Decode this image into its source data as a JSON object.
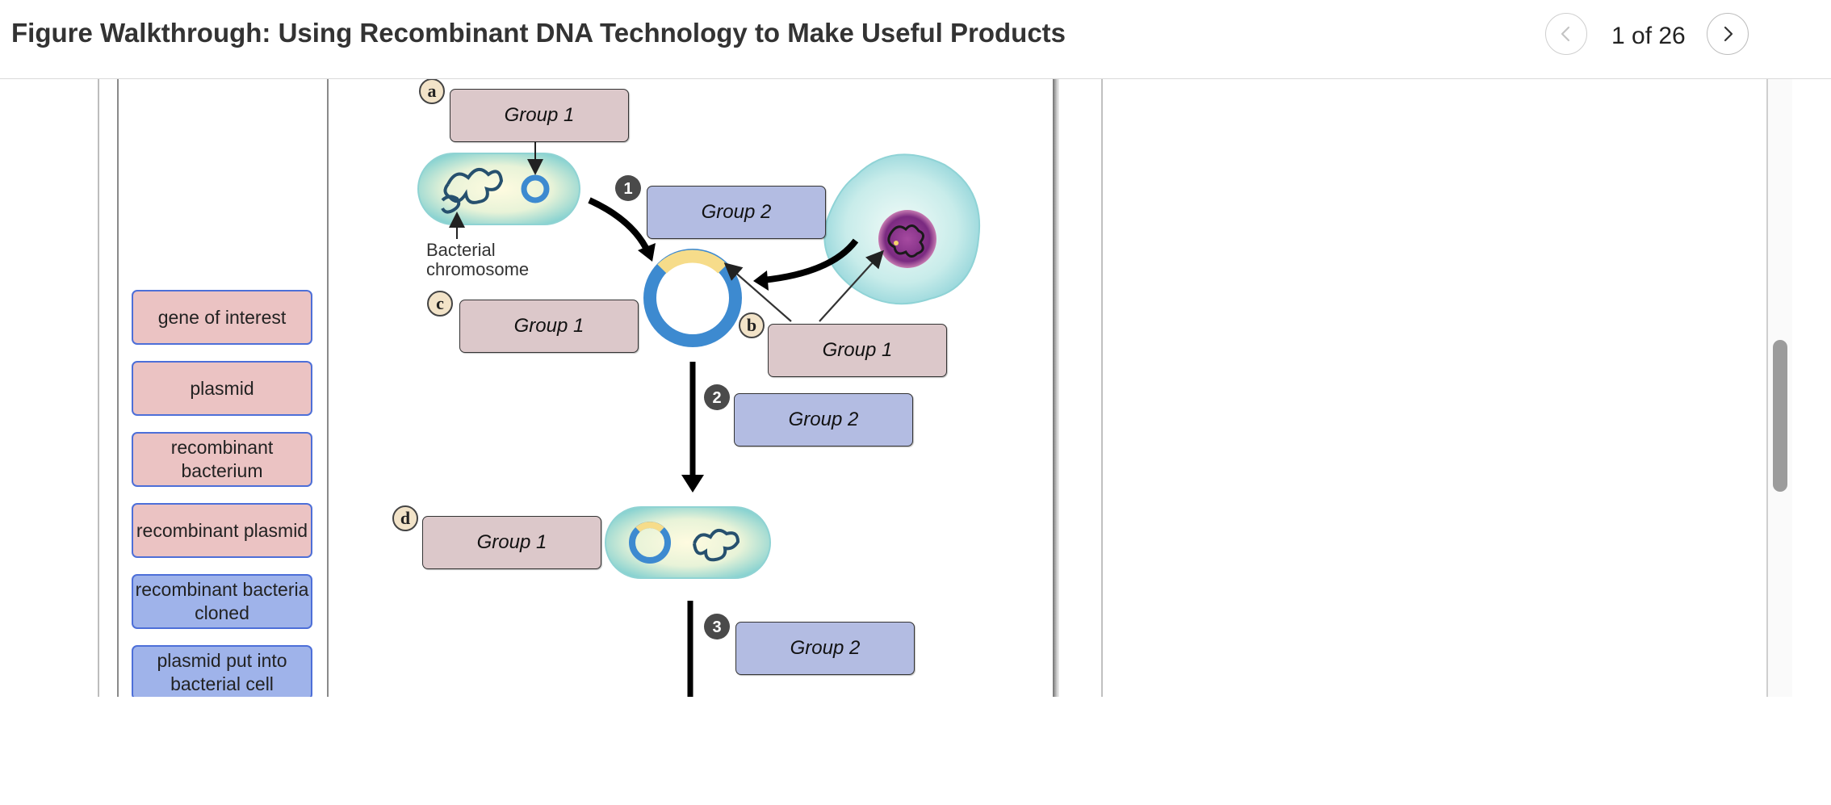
{
  "header": {
    "title": "Figure Walkthrough: Using Recombinant DNA Technology to Make Useful Products",
    "pager": "1 of 26",
    "prev_icon": "chevron-left-icon",
    "next_icon": "chevron-right-icon"
  },
  "label_bank": {
    "items": [
      {
        "label": "gene of interest",
        "group": "1"
      },
      {
        "label": "plasmid",
        "group": "1"
      },
      {
        "label": "recombinant bacterium",
        "group": "1"
      },
      {
        "label": "recombinant plasmid",
        "group": "1"
      },
      {
        "label": "recombinant bacteria cloned",
        "group": "2"
      },
      {
        "label": "plasmid put into bacterial cell",
        "group": "2"
      }
    ]
  },
  "diagram": {
    "markers": {
      "a": "a",
      "b": "b",
      "c": "c",
      "d": "d",
      "step1": "1",
      "step2": "2",
      "step3": "3"
    },
    "bacterial_chromosome_label": "Bacterial chromosome",
    "targets": {
      "a": "Group 1",
      "step1": "Group 2",
      "c": "Group 1",
      "b": "Group 1",
      "step2": "Group 2",
      "d": "Group 1",
      "step3": "Group 2"
    }
  },
  "colors": {
    "group1_chip": "#ebc3c3",
    "group2_chip": "#9fb3ea",
    "group1_target": "#dcc8ca",
    "group2_target": "#b3bce2",
    "chip_border": "#4d6fd8",
    "plasmid_blue": "#3d8ad0",
    "gene_yellow": "#f6dc8a"
  }
}
